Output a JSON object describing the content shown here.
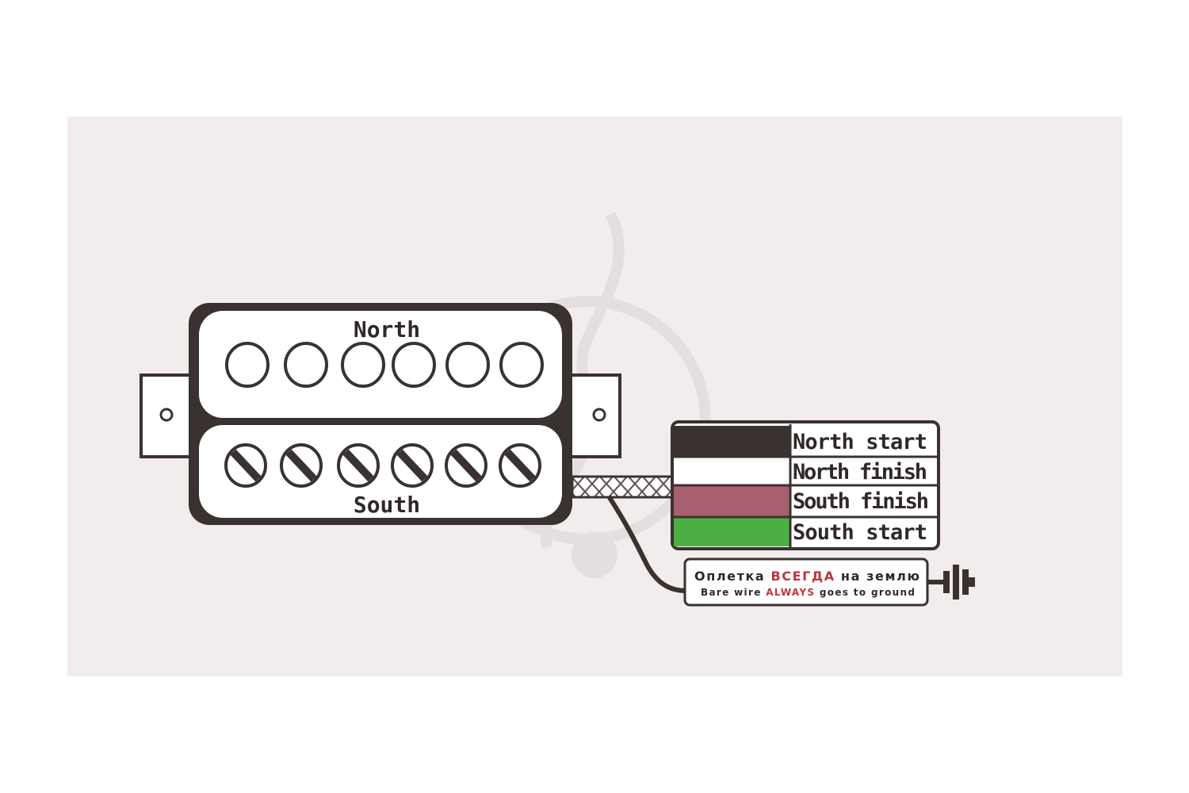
{
  "pickup": {
    "coil_top_label": "North",
    "coil_bottom_label": "South"
  },
  "wires": [
    {
      "label": "North start",
      "color": "#3a3131"
    },
    {
      "label": "North finish",
      "color": "#ffffff"
    },
    {
      "label": "South finish",
      "color": "#a8606e"
    },
    {
      "label": "South start",
      "color": "#4caf44"
    }
  ],
  "ground_note": {
    "ru_before": "Оплетка ",
    "ru_highlight": "ВСЕГДА",
    "ru_after": " на землю",
    "en_before": "Bare wire ",
    "en_highlight": "ALWAYS",
    "en_after": " goes to ground"
  },
  "colors": {
    "ink": "#2f2828",
    "highlight": "#c0343e",
    "background": "#f2ecec"
  }
}
